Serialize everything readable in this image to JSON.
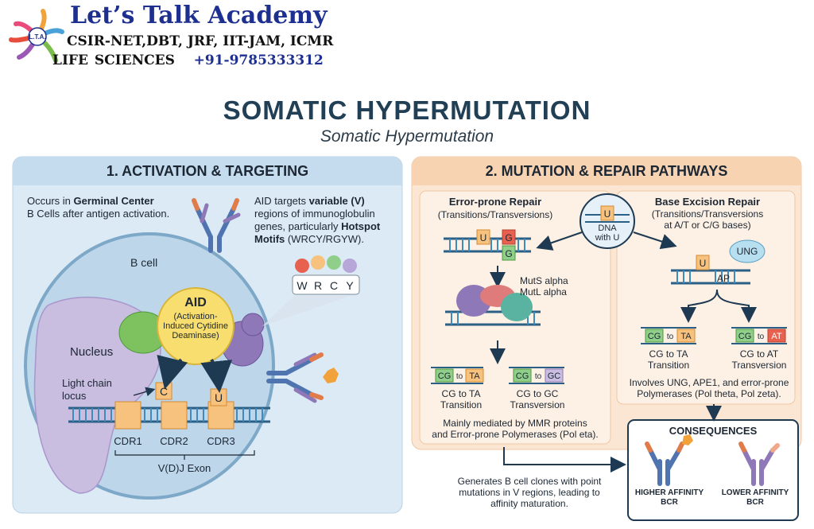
{
  "logo": {
    "name": "Let’s Talk Academy",
    "tagline": "CSIR-NET,DBT, JRF, IIT-JAM, ICMR",
    "subject": "LIFE SCIENCES",
    "phone": "+91-9785333312",
    "emblem_text": "L.T.A."
  },
  "header": {
    "title": "SOMATIC HYPERMUTATION",
    "subtitle": "Somatic Hypermutation"
  },
  "panel1": {
    "title": "1. ACTIVATION & TARGETING",
    "intro_pre": "Occurs in ",
    "intro_bold": "Germinal Center",
    "intro_post": "B Cells after antigen activation.",
    "aid_l1": "AID targets ",
    "aid_b1": "variable (V)",
    "aid_l2": "regions of immunoglobulin",
    "aid_l3a": "genes, particularly ",
    "aid_b3": "Hotspot",
    "aid_b4": "Motifs",
    "aid_l4": " (WRCY/RGYW).",
    "b_cell": "B cell",
    "nucleus": "Nucleus",
    "aid_title": "AID",
    "aid_full": [
      "(Activation-",
      "Induced Cytidine",
      "Deaminase)"
    ],
    "light_chain": [
      "Light chain",
      "locus"
    ],
    "base_c": "C",
    "base_u": "U",
    "motif": [
      "W",
      "R",
      "C",
      "Y"
    ],
    "cdrs": [
      "CDR1",
      "CDR2",
      "CDR3"
    ],
    "exon": "V(D)J Exon"
  },
  "panel2": {
    "title": "2. MUTATION & REPAIR PATHWAYS",
    "left_head": "Error-prone Repair",
    "left_sub": "(Transitions/Transversions)",
    "center": [
      "DNA",
      "with U"
    ],
    "base_u": "U",
    "base_g": "G",
    "mut_labels": [
      "MutS alpha",
      "MutL alpha"
    ],
    "left_outcomes": [
      {
        "b1": "CG",
        "to": "to",
        "b2": "TA",
        "l1": "CG to TA",
        "l2": "Transition"
      },
      {
        "b1": "CG",
        "to": "to",
        "b2": "GC",
        "l1": "CG to GC",
        "l2": "Transversion"
      }
    ],
    "left_note": [
      "Mainly mediated by MMR proteins",
      "and Error-prone Polymerases (Pol eta)."
    ],
    "right_head": "Base Excision Repair",
    "right_sub": [
      "(Transitions/Transversions",
      "at A/T or C/G bases)"
    ],
    "ung": "UNG",
    "ap": "AP",
    "right_outcomes": [
      {
        "b1": "CG",
        "to": "to",
        "b2": "TA",
        "l1": "CG to TA",
        "l2": "Transition"
      },
      {
        "b1": "CG",
        "to": "to",
        "b2": "AT",
        "l1": "CG to AT",
        "l2": "Transversion"
      }
    ],
    "right_note": [
      "Involves UNG, APE1, and error-prone",
      "Polymerases (Pol theta, Pol zeta)."
    ]
  },
  "result": [
    "Generates B cell clones with point",
    "mutations in V regions, leading to",
    "affinity maturation."
  ],
  "consequences": {
    "title": "CONSEQUENCES",
    "higher": [
      "HIGHER AFFINITY",
      "BCR"
    ],
    "lower": [
      "LOWER AFFINITY",
      "BCR"
    ]
  },
  "colors": {
    "title": "#213f55",
    "panel1_bg": "#dceaf5",
    "panel2_bg": "#fbe6d3",
    "orange_box": "#f7c27d",
    "green_box": "#8fcf8a",
    "red_box": "#e8614f",
    "purple": "#8e78b8",
    "navy": "#1e3a52"
  }
}
